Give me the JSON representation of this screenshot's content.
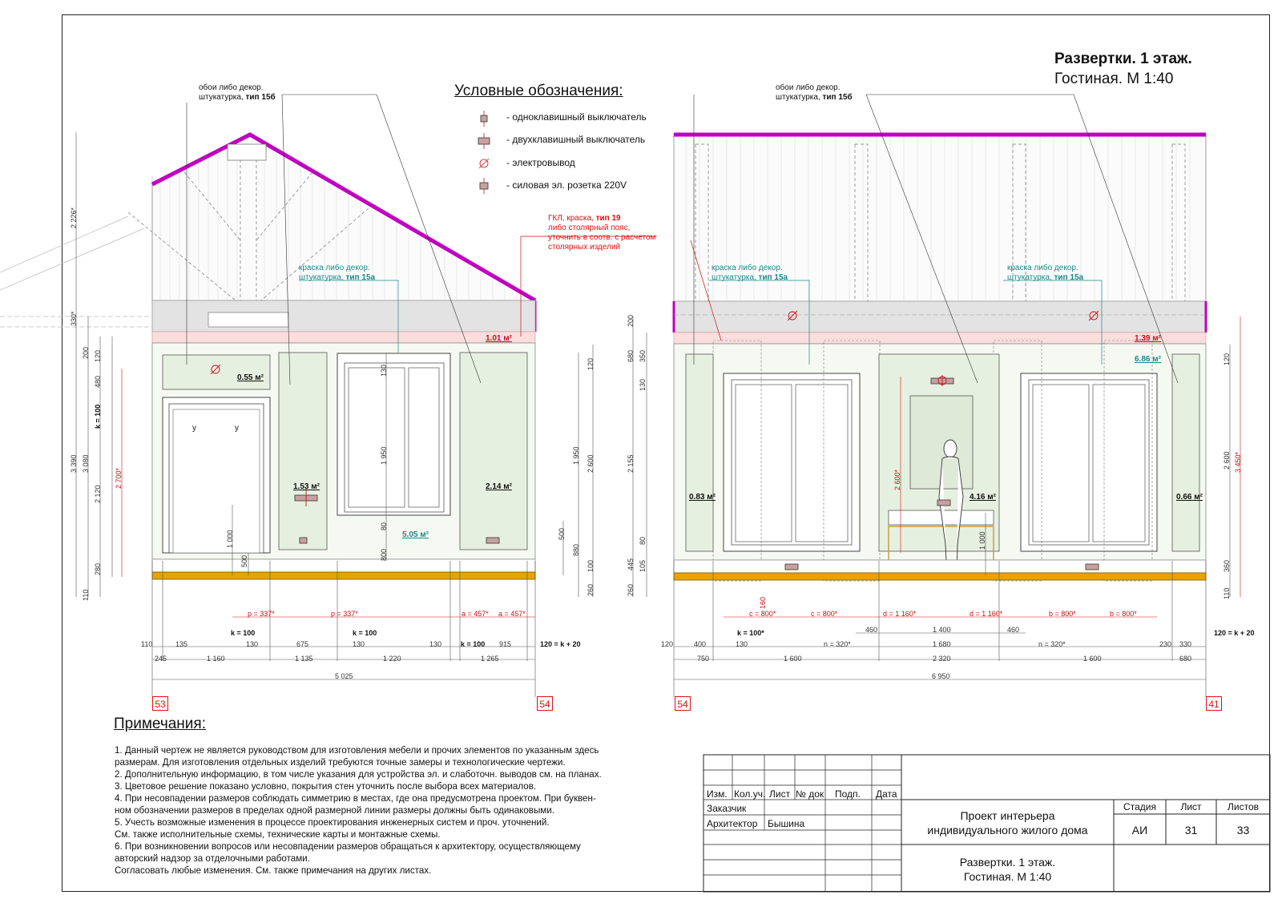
{
  "title": {
    "main": "Развертки. 1 этаж.",
    "sub": "Гостиная. М 1:40"
  },
  "legend": {
    "title": "Условные обозначения:",
    "items": [
      {
        "icon": "single-switch-icon",
        "label": "- одноклавишный выключатель"
      },
      {
        "icon": "double-switch-icon",
        "label": "- двухклавишный выключатель"
      },
      {
        "icon": "electric-outlet-point-icon",
        "label": "- электровывод"
      },
      {
        "icon": "power-socket-icon",
        "label": "- силовая эл. розетка 220V"
      }
    ]
  },
  "colors": {
    "accent_magenta": "#c000c0",
    "floor_hatch": "#e8a300",
    "red": "#e01010",
    "teal": "#1a8a8a",
    "band_grey": "#e3e3e3",
    "band_pink": "#fadede",
    "panel_green": "#e6f0e0"
  },
  "annotations": {
    "wallpaper_left": [
      "обои либо декор.",
      "штукатурка, "
    ],
    "wallpaper_bold": "тип 15б",
    "wallpaper_right": [
      "обои либо декор.",
      "штукатурка, "
    ],
    "paint_left": [
      "краска либо декор.",
      "штукатурка, "
    ],
    "paint_bold": "тип 15а",
    "paint_mid": [
      "краска либо декор.",
      "штукатурка, "
    ],
    "paint_right": [
      "краска либо декор.",
      "штукатурка, "
    ],
    "gkl": [
      "ГКЛ, краска, ",
      "либо столярный пояс,",
      "уточнить в соотв. с расчетом",
      "столярных изделий"
    ],
    "gkl_bold": "тип 19"
  },
  "areas_left": [
    "0.55 м²",
    "1.53 м²",
    "2.14 м²",
    "5.05 м²",
    "1.01 м²"
  ],
  "areas_right": [
    "0.83 м²",
    "4.16 м²",
    "0.66 м²",
    "1.39 м²",
    "6.86 м²"
  ],
  "dims_left": {
    "vertical": [
      "2 226*",
      "330*",
      "3 390",
      "3 080",
      "200",
      "120",
      "480",
      "k = 100",
      "2 120",
      "280",
      "110",
      "2 700*",
      "1 000",
      "500",
      "1 950",
      "130",
      "80",
      "800",
      "500",
      "120",
      "1 950",
      "2 600",
      "880",
      "100",
      "260"
    ],
    "red": [
      "p = 337*",
      "p = 337*",
      "a = 457*",
      "a = 457*"
    ],
    "row1": [
      "110",
      "135",
      "k = 100",
      "130",
      "675",
      "k = 100",
      "130",
      "130",
      "k = 100",
      "915",
      "120 = k + 20"
    ],
    "row2": [
      "245",
      "1 160",
      "1 135",
      "1 220",
      "1 265"
    ],
    "total": "5 025",
    "y": "у"
  },
  "dims_right": {
    "vertical": [
      "200",
      "680",
      "350",
      "130",
      "2 155",
      "80",
      "445",
      "105",
      "260",
      "2 600*",
      "1 000",
      "120",
      "2 600",
      "360",
      "110",
      "3 450*"
    ],
    "red": [
      "c = 800*",
      "c = 800*",
      "d = 1 160*",
      "d = 1 160*",
      "b = 800*",
      "b = 800*"
    ],
    "mid": [
      "460",
      "1 400",
      "460",
      "1 680",
      "n = 320*",
      "n = 320*"
    ],
    "row1": [
      "120",
      "400",
      "k = 100*",
      "130",
      "230",
      "330",
      "120 = k + 20"
    ],
    "row2": [
      "750",
      "1 600",
      "2 320",
      "1 600",
      "680"
    ],
    "total": "6 950",
    "h160": "160"
  },
  "axes": {
    "left_a": "53",
    "left_b": "54",
    "right_a": "54",
    "right_b": "41"
  },
  "notes": {
    "title": "Примечания:",
    "lines": [
      "1. Данный чертеж не является руководством для изготовления мебели и прочих элементов по указанным здесь",
      "    размерам. Для изготовления отдельных изделий требуются точные замеры и технологические чертежи.",
      "2. Дополнительную информацию, в том числе указания для устройства эл. и слаботочн. выводов см. на планах.",
      "3. Цветовое решение показано условно, покрытия стен уточнить после выбора всех материалов.",
      "4. При несовпадении размеров соблюдать симметрию в местах, где она предусмотрена проектом. При буквен-",
      "    ном обозначении размеров в пределах одной размерной линии размеры должны быть одинаковыми.",
      "5. Учесть возможные изменения в процессе проектирования инженерных систем и проч. уточнений.",
      "    См. также исполнительные схемы, технические карты и монтажные схемы.",
      "6. При возникновении вопросов или несовпадении размеров обращаться к архитектору, осуществляющему",
      "    авторский надзор за отделочными работами.",
      "    Согласовать любые изменения. См. также примечания на других листах."
    ]
  },
  "titleblock": {
    "headers": [
      "Изм.",
      "Кол.уч.",
      "Лист",
      "№ док",
      "Подп.",
      "Дата"
    ],
    "customer": "Заказчик",
    "architect_role": "Архитектор",
    "architect_name": "Бышина",
    "project": [
      "Проект интерьера",
      "индивидуального жилого дома"
    ],
    "sheet_title": [
      "Развертки. 1 этаж.",
      "Гостиная. М 1:40"
    ],
    "stage_label": "Стадия",
    "stage": "АИ",
    "sheet_label": "Лист",
    "sheet": "31",
    "sheets_label": "Листов",
    "sheets": "33"
  }
}
